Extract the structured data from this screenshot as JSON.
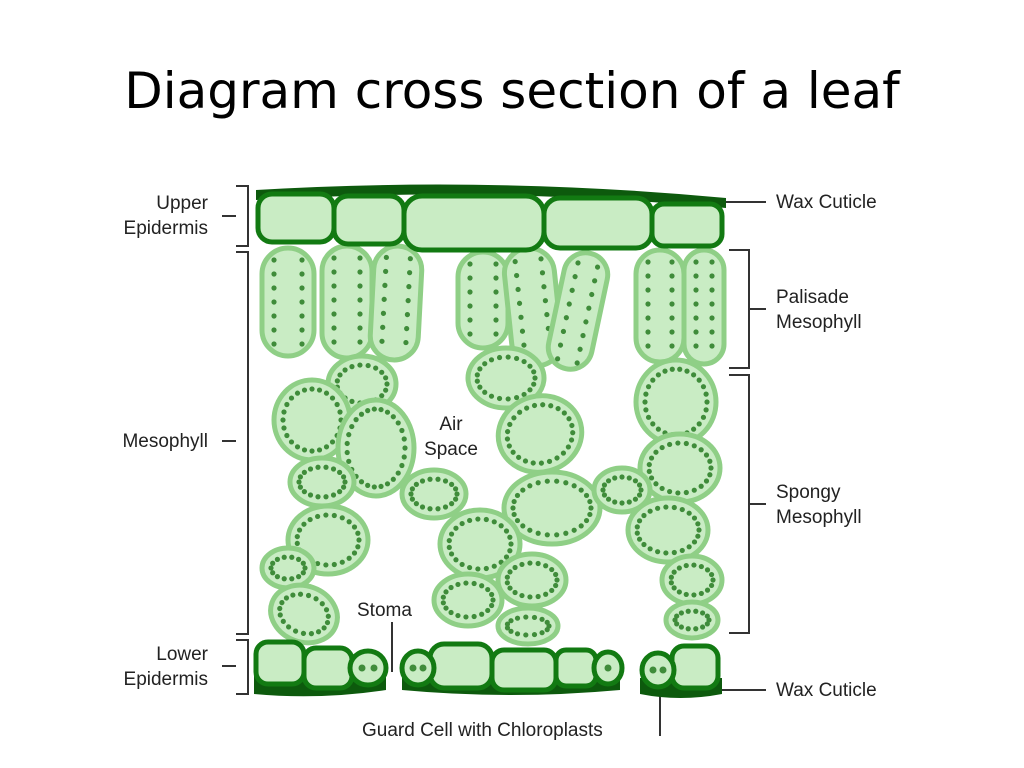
{
  "title": "Diagram cross section of a leaf",
  "labels": {
    "upper_epidermis": [
      "Upper",
      "Epidermis"
    ],
    "mesophyll": "Mesophyll",
    "lower_epidermis": [
      "Lower",
      "Epidermis"
    ],
    "wax_cuticle_top": "Wax Cuticle",
    "palisade_mesophyll": [
      "Palisade",
      "Mesophyll"
    ],
    "spongy_mesophyll": [
      "Spongy",
      "Mesophyll"
    ],
    "wax_cuticle_bottom": "Wax Cuticle",
    "air_space": [
      "Air",
      "Space"
    ],
    "stoma": "Stoma",
    "guard_cell": "Guard Cell with Chloroplasts"
  },
  "colors": {
    "cell_fill": "#c9ecc4",
    "cell_wall": "#8fcf86",
    "chloroplast": "#3f8c3a",
    "epidermis_wall": "#127a12",
    "cuticle": "#0d5a0d",
    "bracket": "#333333"
  }
}
